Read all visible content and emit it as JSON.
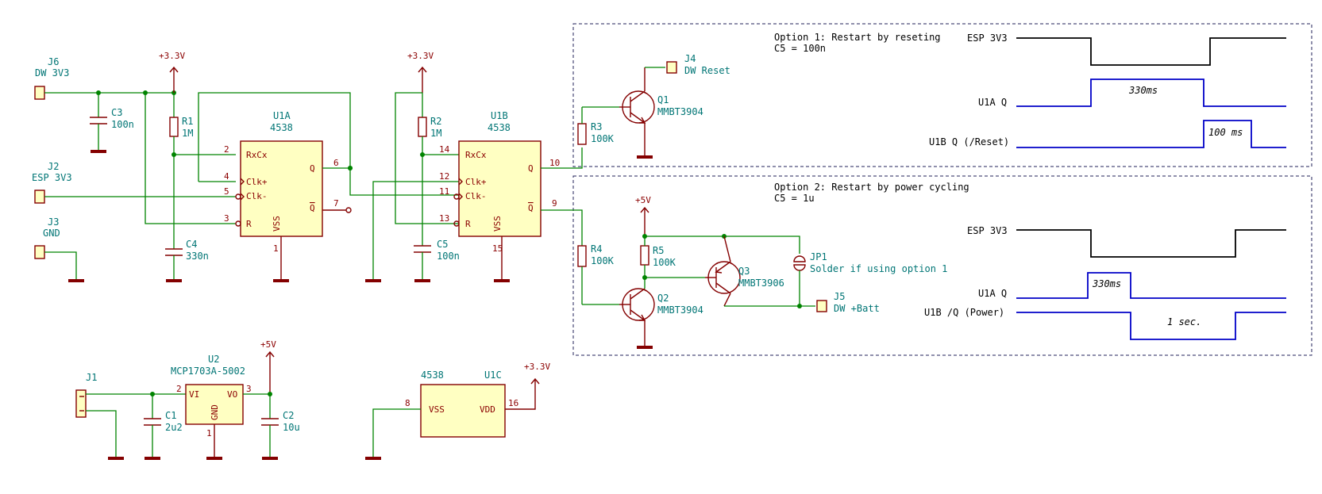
{
  "colors": {
    "wire": "#008400",
    "component": "#840000",
    "fill": "#ffffc2",
    "label": "#007575",
    "wave_black": "#000000",
    "wave_blue": "#0000c8"
  },
  "power": {
    "p33_a": "+3.3V",
    "p33_b": "+3.3V",
    "p33_c": "+3.3V",
    "p5_a": "+5V",
    "p5_b": "+5V"
  },
  "components": {
    "J6": {
      "ref": "J6",
      "value": "DW 3V3"
    },
    "J2": {
      "ref": "J2",
      "value": "ESP 3V3"
    },
    "J3": {
      "ref": "J3",
      "value": "GND"
    },
    "J1": {
      "ref": "J1"
    },
    "C3": {
      "ref": "C3",
      "value": "100n"
    },
    "C4": {
      "ref": "C4",
      "value": "330n"
    },
    "C5": {
      "ref": "C5",
      "value": "100n"
    },
    "C1": {
      "ref": "C1",
      "value": "2u2"
    },
    "C2": {
      "ref": "C2",
      "value": "10u"
    },
    "R1": {
      "ref": "R1",
      "value": "1M"
    },
    "R2": {
      "ref": "R2",
      "value": "1M"
    },
    "R3": {
      "ref": "R3",
      "value": "100K"
    },
    "R4": {
      "ref": "R4",
      "value": "100K"
    },
    "R5": {
      "ref": "R5",
      "value": "100K"
    },
    "U1A": {
      "ref": "U1A",
      "value": "4538"
    },
    "U1B": {
      "ref": "U1B",
      "value": "4538"
    },
    "U1C": {
      "ref": "U1C",
      "value": "4538"
    },
    "U2": {
      "ref": "U2",
      "value": "MCP1703A-5002"
    },
    "Q1": {
      "ref": "Q1",
      "value": "MMBT3904"
    },
    "Q2": {
      "ref": "Q2",
      "value": "MMBT3904"
    },
    "Q3": {
      "ref": "Q3",
      "value": "MMBT3906"
    },
    "J4": {
      "ref": "J4",
      "value": "DW Reset"
    },
    "J5": {
      "ref": "J5",
      "value": "DW +Batt"
    },
    "JP1": {
      "ref": "JP1",
      "value": "Solder if using option 1"
    }
  },
  "pins": {
    "rxcx": "RxCx",
    "clkp": "Clk+",
    "clkm": "Clk-",
    "r": "R",
    "q": "Q",
    "qbar": "Q",
    "vss": "VSS",
    "vdd": "VDD",
    "vi": "VI",
    "vo": "VO",
    "gnd": "GND",
    "u1a": {
      "p2": "2",
      "p4": "4",
      "p5": "5",
      "p3": "3",
      "p6": "6",
      "p7": "7",
      "p1": "1"
    },
    "u1b": {
      "p14": "14",
      "p12": "12",
      "p11": "11",
      "p13": "13",
      "p10": "10",
      "p9": "9",
      "p15": "15"
    },
    "u1c": {
      "p8": "8",
      "p16": "16"
    },
    "u2": {
      "p2": "2",
      "p3": "3",
      "p1": "1"
    }
  },
  "option1": {
    "title": "Option 1: Restart by reseting",
    "note": "C5 = 100n",
    "waves": {
      "esp": "ESP 3V3",
      "u1aq": "U1A Q",
      "u1bq": "U1B Q (/Reset)"
    },
    "t1": "330ms",
    "t2": "100 ms"
  },
  "option2": {
    "title": "Option 2: Restart by power cycling",
    "note": "C5 = 1u",
    "waves": {
      "esp": "ESP 3V3",
      "u1aq": "U1A Q",
      "u1bq": "U1B /Q (Power)"
    },
    "t1": "330ms",
    "t2": "1 sec."
  }
}
